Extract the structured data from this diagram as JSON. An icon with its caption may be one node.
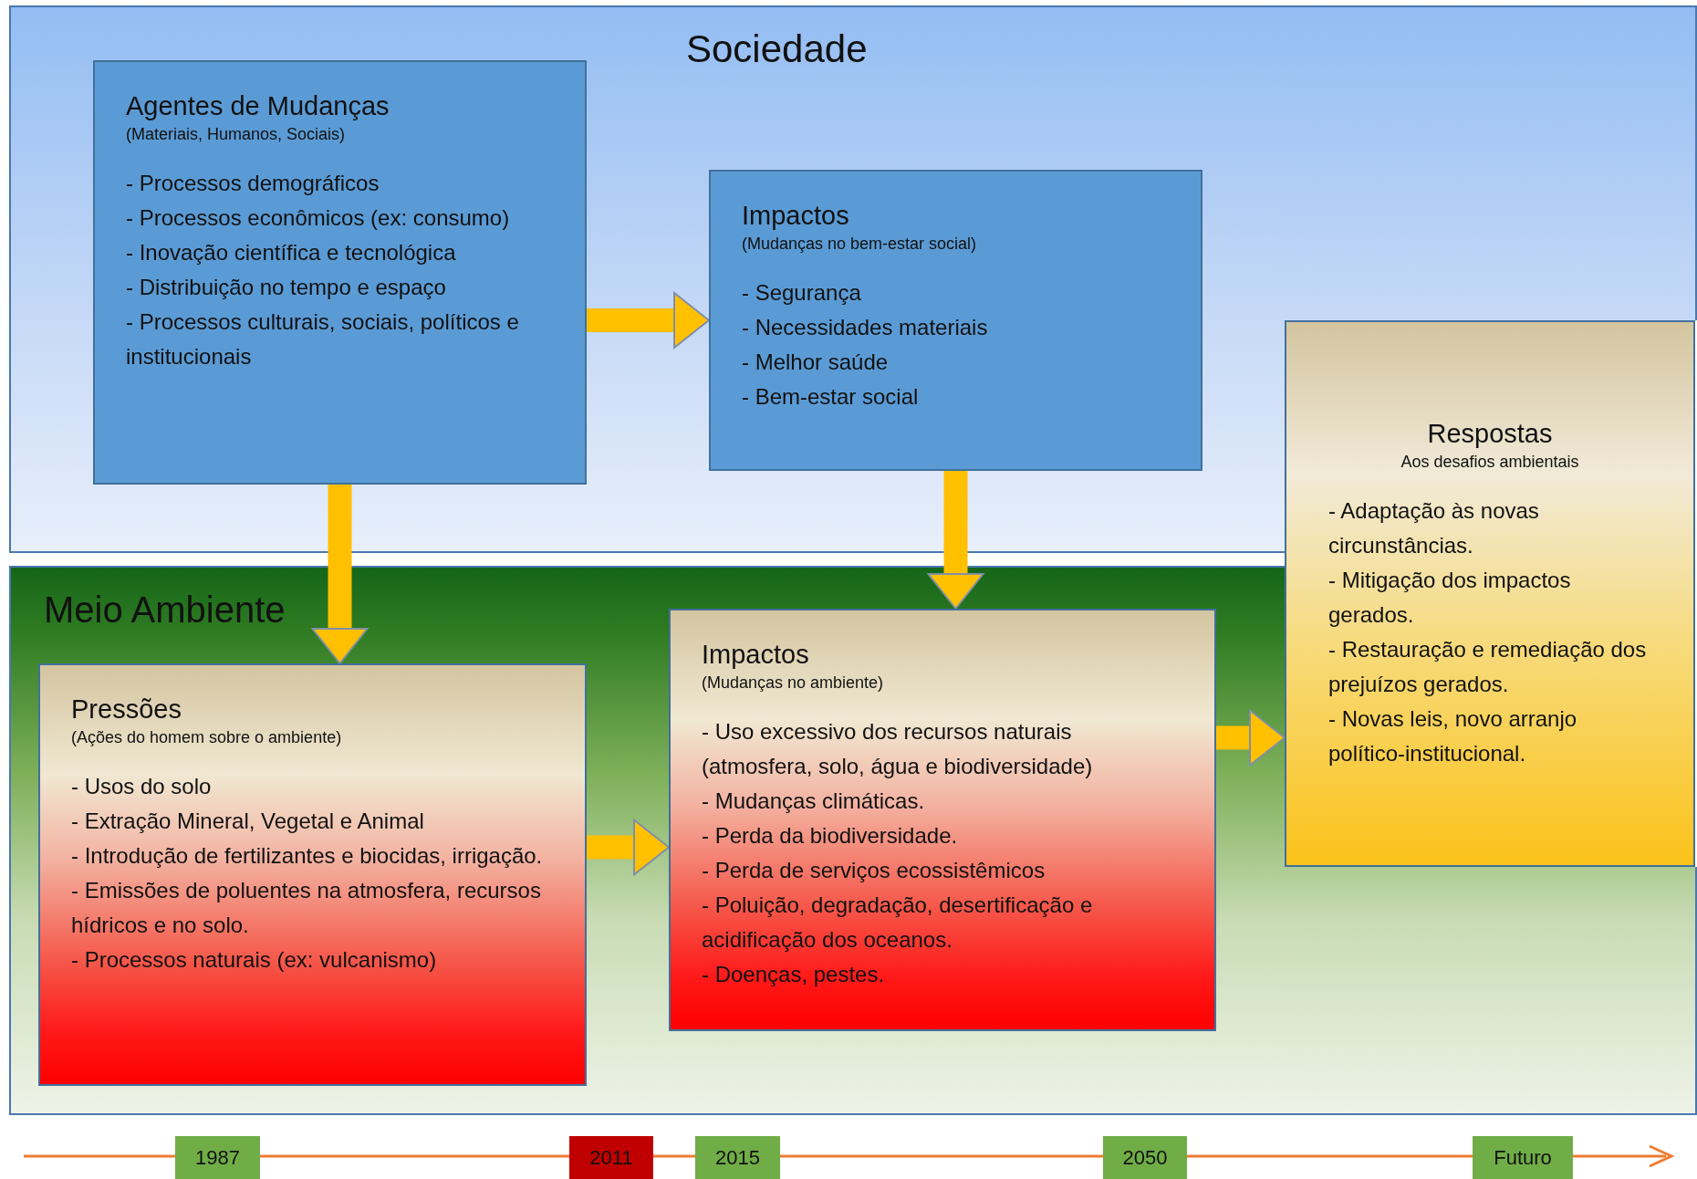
{
  "diagram": {
    "nodes": [
      {
        "text": [
          "Sociedade"
        ]
      },
      {
        "text": [
          "Agentes de Mudanças",
          "(Materiais, Humanos, Sociais)",
          "- Processos demográficos",
          "- Processos econômicos (ex: consumo)",
          "- Inovação científica e tecnológica",
          "- Distribuição no tempo e espaço",
          "- Processos culturais, sociais, políticos e institucionais"
        ],
        "in": 0
      },
      {
        "text": [
          "Impactos",
          "(Mudanças no bem-estar social)",
          "- Segurança",
          "- Necessidades materiais",
          "- Melhor saúde",
          "- Bem-estar social"
        ],
        "in": 0
      },
      {
        "text": [
          "Meio Ambiente"
        ]
      },
      {
        "text": [
          "Pressões",
          "(Ações do homem sobre o ambiente)",
          "- Usos do solo",
          "- Extração Mineral, Vegetal e Animal",
          "- Introdução de fertilizantes e biocidas, irrigação.",
          "- Emissões de poluentes na atmosfera, recursos hídricos e no solo.",
          "- Processos naturais (ex: vulcanismo)"
        ],
        "in": 3
      },
      {
        "text": [
          "Impactos",
          "(Mudanças no ambiente)",
          "- Uso excessivo dos recursos naturais (atmosfera, solo, água e biodiversidade)",
          "- Mudanças climáticas.",
          "- Perda da biodiversidade.",
          "- Perda de serviços ecossistêmicos",
          "- Poluição, degradação, desertificação e acidificação dos oceanos.",
          "- Doenças, pestes."
        ],
        "in": 3
      },
      {
        "text": [
          "Respostas",
          "Aos desafios ambientais",
          "- Adaptação às novas circunstâncias.",
          "- Mitigação dos impactos gerados.",
          "- Restauração e remediação dos prejuízos gerados.",
          "- Novas leis, novo arranjo político-institucional."
        ]
      },
      {
        "text": [
          "1987"
        ]
      },
      {
        "text": [
          "2011"
        ]
      },
      {
        "text": [
          "2015"
        ]
      },
      {
        "text": [
          "2050"
        ]
      },
      {
        "text": [
          "Futuro"
        ]
      }
    ],
    "edges": [
      {
        "from": 1,
        "to": 2,
        "arrow": "to"
      },
      {
        "from": 1,
        "to": 4,
        "arrow": "to"
      },
      {
        "from": 2,
        "to": 5,
        "arrow": "to"
      },
      {
        "from": 4,
        "to": 5,
        "arrow": "to"
      },
      {
        "from": 5,
        "to": 6,
        "arrow": "to"
      }
    ]
  }
}
